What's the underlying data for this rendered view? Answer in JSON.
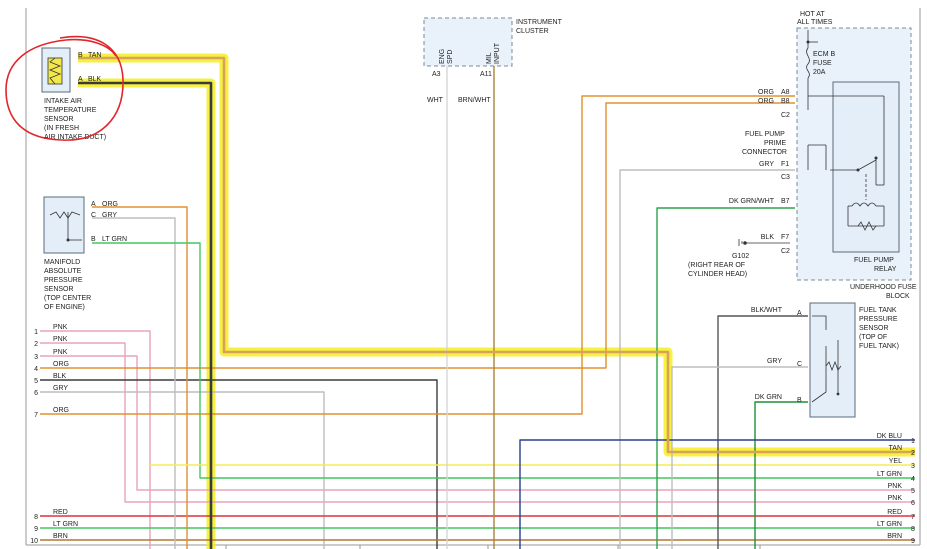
{
  "colors": {
    "TAN": "#d9a15a",
    "BLK": "#3b3b3b",
    "ORG": "#e0902e",
    "GRY": "#bdbdbd",
    "LT GRN": "#44c75e",
    "PNK": "#e8a3bd",
    "RED": "#d9363e",
    "BRN": "#b07a34",
    "WHT": "#d6d6d6",
    "BRN/WHT": "#a9843f",
    "DK GRN/WHT": "#2ea24c",
    "BLK/WHT": "#555555",
    "DK GRN": "#1f8f3a",
    "DK BLU": "#2a3f8f",
    "YEL": "#f2ee58",
    "highlight": "#f4ee22",
    "annotation": "#e0262c"
  },
  "components": {
    "iat": {
      "pin_b": "B",
      "pin_a": "A",
      "wire_b": "TAN",
      "wire_a": "BLK",
      "label": [
        "INTAKE AIR",
        "TEMPERATURE",
        "SENSOR",
        "(IN FRESH",
        "AIR INTAKE DUCT)"
      ]
    },
    "map": {
      "pins": [
        "A",
        "C",
        "B"
      ],
      "wires": [
        "ORG",
        "GRY",
        "LT GRN"
      ],
      "label": [
        "MANIFOLD",
        "ABSOLUTE",
        "PRESSURE",
        "SENSOR",
        "(TOP CENTER",
        "OF ENGINE)"
      ]
    },
    "cluster": {
      "label": [
        "INSTRUMENT",
        "CLUSTER"
      ],
      "pin1_label": [
        "ENG",
        "SPD"
      ],
      "pin2_label": [
        "MIL",
        "INPUT"
      ],
      "pin1": "A3",
      "pin2": "A11",
      "wire1": "WHT",
      "wire2": "BRN/WHT"
    },
    "hot": {
      "label": [
        "HOT AT",
        "ALL TIMES"
      ],
      "fuse": [
        "ECM B",
        "FUSE",
        "20A"
      ]
    },
    "relay": {
      "label": [
        "FUEL PUMP",
        "RELAY"
      ],
      "block_label": [
        "UNDERHOOD FUSE",
        "BLOCK"
      ],
      "prime": [
        "FUEL PUMP",
        "PRIME",
        "CONNECTOR"
      ],
      "pins": [
        {
          "wire": "ORG",
          "pin": "A8"
        },
        {
          "wire": "ORG",
          "pin": "B8"
        },
        {
          "wire": "",
          "pin": "C2"
        },
        {
          "wire": "GRY",
          "pin": "F1"
        },
        {
          "wire": "",
          "pin": "C3"
        },
        {
          "wire": "DK GRN/WHT",
          "pin": "B7"
        },
        {
          "wire": "BLK",
          "pin": "F7"
        },
        {
          "wire": "",
          "pin": "C2"
        }
      ]
    },
    "ground": {
      "name": "G102",
      "label": [
        "(RIGHT REAR OF",
        "CYLINDER HEAD)"
      ]
    },
    "ftp": {
      "label": [
        "FUEL TANK",
        "PRESSURE",
        "SENSOR",
        "(TOP OF",
        "FUEL TANK)"
      ],
      "pins": [
        {
          "wire": "BLK/WHT",
          "pin": "A"
        },
        {
          "wire": "GRY",
          "pin": "C"
        },
        {
          "wire": "DK GRN",
          "pin": "B"
        }
      ]
    }
  },
  "left_connector": [
    {
      "num": "1",
      "wire": "PNK"
    },
    {
      "num": "2",
      "wire": "PNK"
    },
    {
      "num": "3",
      "wire": "PNK"
    },
    {
      "num": "4",
      "wire": "ORG"
    },
    {
      "num": "5",
      "wire": "BLK"
    },
    {
      "num": "6",
      "wire": "GRY"
    },
    {
      "num": "7",
      "wire": "ORG"
    },
    {
      "num": "8",
      "wire": "RED"
    },
    {
      "num": "9",
      "wire": "LT GRN"
    },
    {
      "num": "10",
      "wire": "BRN"
    }
  ],
  "right_connector": [
    {
      "num": "1",
      "wire": "DK BLU"
    },
    {
      "num": "2",
      "wire": "TAN"
    },
    {
      "num": "3",
      "wire": "YEL"
    },
    {
      "num": "4",
      "wire": "LT GRN"
    },
    {
      "num": "5",
      "wire": "PNK"
    },
    {
      "num": "6",
      "wire": "PNK"
    },
    {
      "num": "7",
      "wire": "RED"
    },
    {
      "num": "8",
      "wire": "LT GRN"
    },
    {
      "num": "9",
      "wire": "BRN"
    }
  ]
}
